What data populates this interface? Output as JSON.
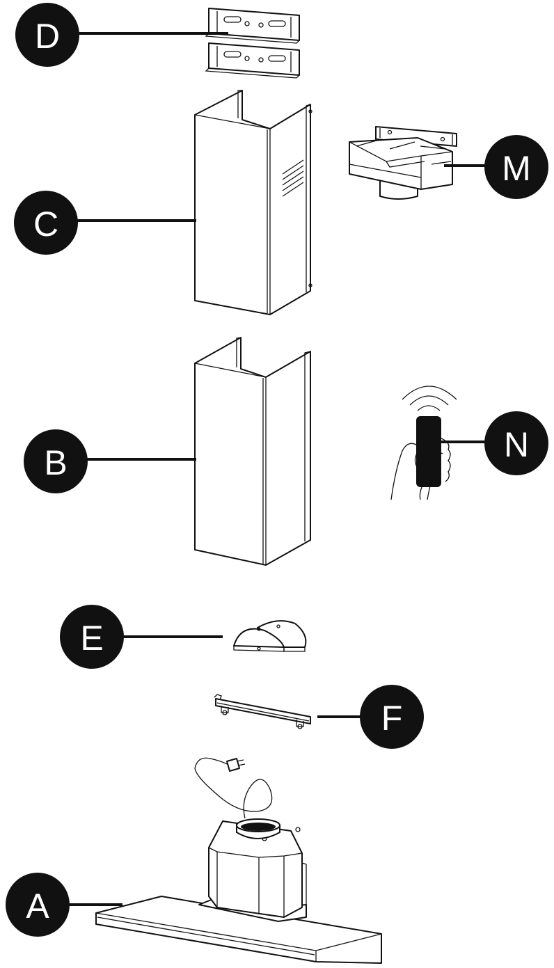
{
  "labels": {
    "d": "D",
    "c": "C",
    "m": "M",
    "b": "B",
    "n": "N",
    "e": "E",
    "f": "F",
    "a": "A"
  },
  "colors": {
    "callout_fill": "#111111",
    "callout_text": "#ffffff",
    "line": "#111111",
    "background": "#ffffff"
  },
  "icons": {
    "remote": "remote-control-icon",
    "wifi": "wireless-signal-icon"
  }
}
